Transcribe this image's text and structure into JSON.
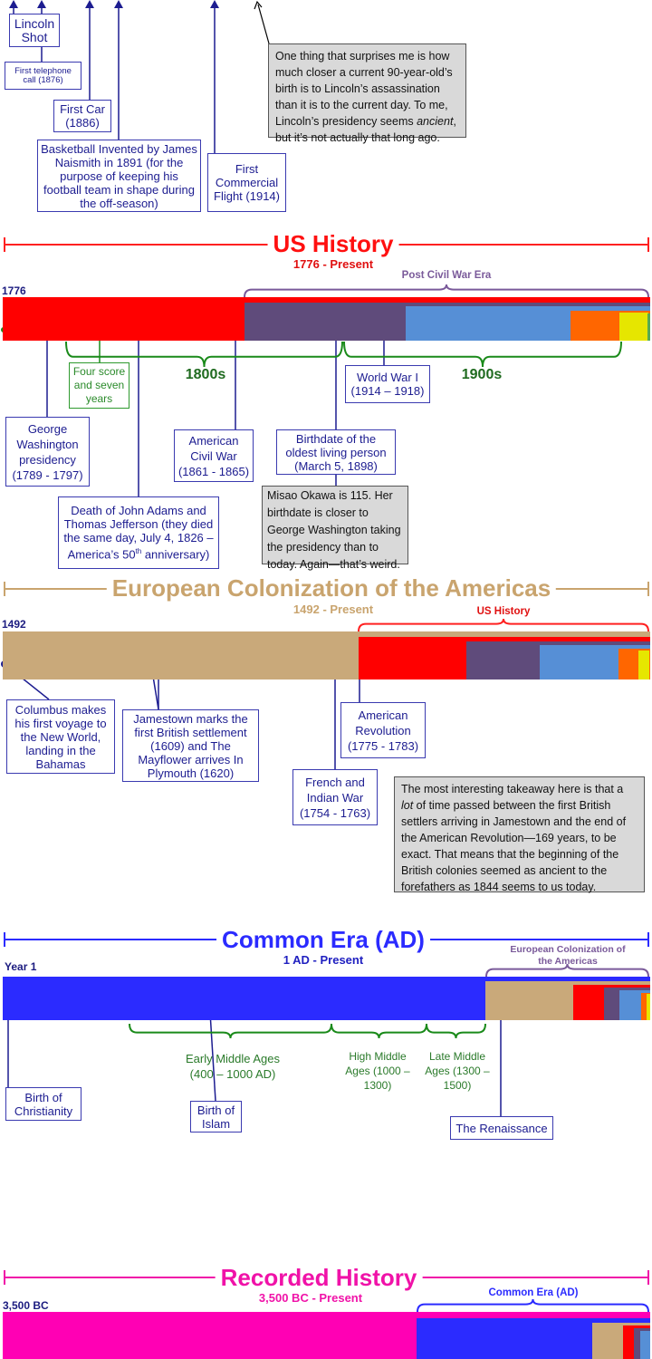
{
  "top": {
    "lincoln": "Lincoln Shot",
    "telephone": "First telephone call (1876)",
    "car": "First Car (1886)",
    "basketball": "Basketball Invented by James Naismith in 1891 (for the purpose of keeping his football team in shape during the off-season)",
    "flight": "First Commercial Flight (1914)",
    "note_pre": "One thing that surprises me is how much closer a current 90-year-old’s birth is to Lincoln’s assassination than it is to the current day.  To me, Lincoln’s presidency seems ",
    "note_em": "ancient",
    "note_post": ", but it’s not actually that long ago."
  },
  "us": {
    "title": "US History",
    "subtitle": "1776 - Present",
    "start": "1776",
    "bracket": "Post Civil War Era",
    "brace1": "1800s",
    "brace2": "1900s",
    "four_score": "Four score and seven years",
    "wwi": "World War I (1914 – 1918)",
    "washington": "George Washington presidency (1789 - 1797)",
    "civil_war": "American Civil War (1861 - 1865)",
    "oldest": "Birthdate of the oldest living person (March 5, 1898)",
    "adams_pre": "Death of John Adams and Thomas Jefferson (they died the same day, July 4, 1826 – America’s 50",
    "adams_sup": "th",
    "adams_post": " anniversary)",
    "note": "Misao Okawa is 115. Her birthdate is closer to George Washington taking the presidency than to today. Again—that’s weird.",
    "color": "#ff0000"
  },
  "eu": {
    "title": "European Colonization of the Americas",
    "subtitle": "1492 - Present",
    "start": "1492",
    "bracket": "US History",
    "columbus": "Columbus makes his first voyage to the New World, landing in the Bahamas",
    "jamestown": "Jamestown marks the first British settlement (1609) and The Mayflower arrives In Plymouth (1620)",
    "revolution": "American Revolution (1775 - 1783)",
    "french": "French and Indian War (1754 - 1763)",
    "note_pre": "The most interesting takeaway here is that a ",
    "note_em": "lot",
    "note_post": " of time passed between the first British settlers arriving in Jamestown and the end of the American Revolution—169 years, to be exact.  That means that the beginning of the British colonies seemed as ancient to the forefathers as 1844 seems to us today.",
    "color": "#c9a46e"
  },
  "ce": {
    "title": "Common Era (AD)",
    "subtitle": "1 AD - Present",
    "start": "Year 1",
    "bracket": "European Colonization of the Americas",
    "early": "Early Middle Ages (400 – 1000 AD)",
    "high": "High Middle Ages (1000 – 1300)",
    "late": "Late Middle Ages (1300 – 1500)",
    "christianity": "Birth of Christianity",
    "islam": "Birth of Islam",
    "renaissance": "The Renaissance",
    "color": "#2b2bff"
  },
  "rh": {
    "title": "Recorded History",
    "subtitle": "3,500 BC - Present",
    "start": "3,500 BC",
    "bracket": "Common Era (AD)",
    "color": "#ff00b4"
  }
}
